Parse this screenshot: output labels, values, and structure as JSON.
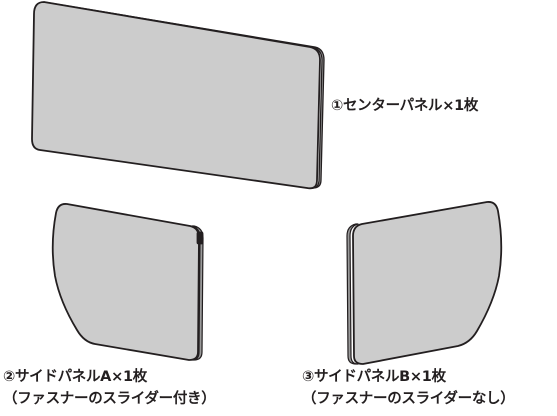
{
  "labels": {
    "center_panel": "①センターパネル×1枚",
    "side_panel_a_line1": "②サイドパネルA×1枚",
    "side_panel_a_line2": "（ファスナーのスライダー付き）",
    "side_panel_b_line1": "③サイドパネルB×1枚",
    "side_panel_b_line2": "（ファスナーのスライダーなし）"
  },
  "colors": {
    "panel_fill": "#cccccc",
    "panel_outline": "#231f20",
    "text": "#231f20"
  }
}
